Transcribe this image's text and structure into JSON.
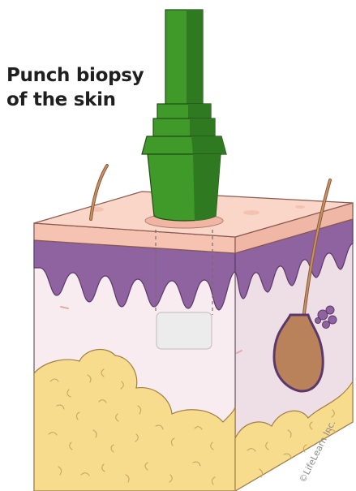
{
  "title": {
    "line1": "Punch biopsy",
    "line2": "of the skin"
  },
  "copyright": "©LifeLearn Inc.",
  "colors": {
    "instrument": "#3f9a2a",
    "instrument_dark": "#2a6d1c",
    "epidermis": "#f6c3b2",
    "dermis_junction": "#8f62a0",
    "dermis": "#f7e9ee",
    "fat": "#f8dc8e",
    "hair": "#b9825a"
  }
}
